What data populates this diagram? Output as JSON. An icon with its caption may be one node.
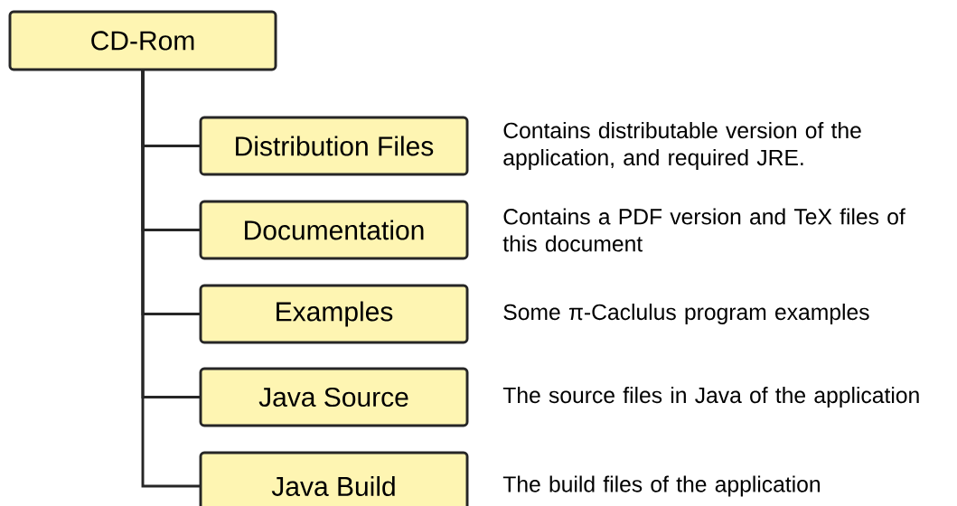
{
  "diagram": {
    "nodes": [
      {
        "text": [
          "CD-Rom"
        ]
      },
      {
        "text": [
          "Distribution Files"
        ],
        "beside": [
          "Contains distributable version of the application, and required JRE."
        ]
      },
      {
        "text": [
          "Documentation"
        ],
        "beside": [
          "Contains a PDF version and TeX files of this document"
        ]
      },
      {
        "text": [
          "Examples"
        ],
        "beside": [
          "Some π-Caclulus program examples"
        ]
      },
      {
        "text": [
          "Java Source"
        ],
        "beside": [
          "The source files in Java of the application"
        ]
      },
      {
        "text": [
          "Java Build"
        ],
        "beside": [
          "The build files of the application"
        ]
      }
    ],
    "edges": [
      {
        "from": 0,
        "to": 1,
        "arrow": "none"
      },
      {
        "from": 0,
        "to": 2,
        "arrow": "none"
      },
      {
        "from": 0,
        "to": 3,
        "arrow": "none"
      },
      {
        "from": 0,
        "to": 4,
        "arrow": "none"
      },
      {
        "from": 0,
        "to": 5,
        "arrow": "none"
      }
    ]
  }
}
